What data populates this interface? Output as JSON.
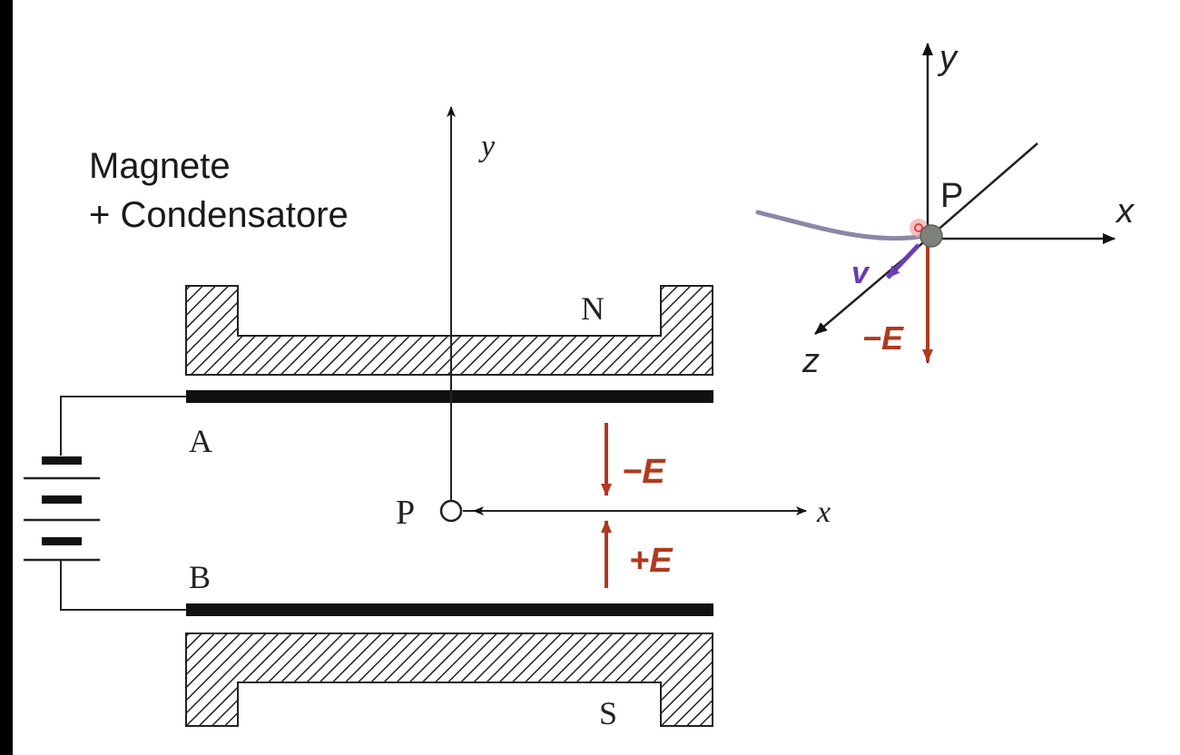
{
  "caption": {
    "line1": "Magnete",
    "line2": "+ Condensatore"
  },
  "apparatus": {
    "pole_north": "N",
    "pole_south": "S",
    "plate_top": "A",
    "plate_bottom": "B",
    "point": "P",
    "axis_x": "x",
    "axis_y": "y",
    "field_down": "−E",
    "field_up": "+E"
  },
  "axes3d": {
    "axis_x": "x",
    "axis_y": "y",
    "axis_z": "z",
    "point": "P",
    "velocity": "v",
    "field": "−E"
  },
  "colors": {
    "field_arrow": "#b03a1e",
    "velocity_arrow": "#6a3db8",
    "trajectory": "#8a88a6",
    "particle": "#7d8279",
    "particle_glow": "#e04040",
    "ink": "#111111"
  },
  "icons": {
    "battery": "battery-symbol",
    "hatching": "magnet-pole-hatching"
  }
}
